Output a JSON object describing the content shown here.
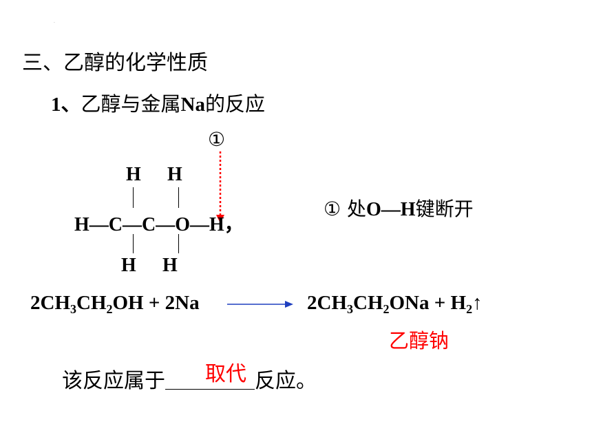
{
  "heading": "三、乙醇的化学性质",
  "subheading": {
    "num": "1、",
    "text": "乙醇与金属",
    "sym": "Na",
    "tail": "的反应"
  },
  "structure": {
    "marker": "①",
    "h": "H",
    "c": "C",
    "o": "O",
    "bond": "—",
    "end_h": "H，"
  },
  "note": {
    "marker": "①",
    "pre": " 处",
    "bond": "O—H",
    "post": "键断开"
  },
  "equation": {
    "lhs": [
      "2CH",
      "3",
      "CH",
      "2",
      "OH + 2Na"
    ],
    "rhs": [
      "2CH",
      "3",
      "CH",
      "2",
      "ONa + H",
      "2",
      "↑"
    ],
    "product_name": "乙醇钠",
    "arrow_color": "#1f3fbf"
  },
  "question": {
    "pre": "该反应属于",
    "post": "反应。",
    "answer": "取代"
  },
  "colors": {
    "answer": "#ff0000",
    "dotted_arrow": "#ff0000"
  },
  "stray_mark": "·"
}
